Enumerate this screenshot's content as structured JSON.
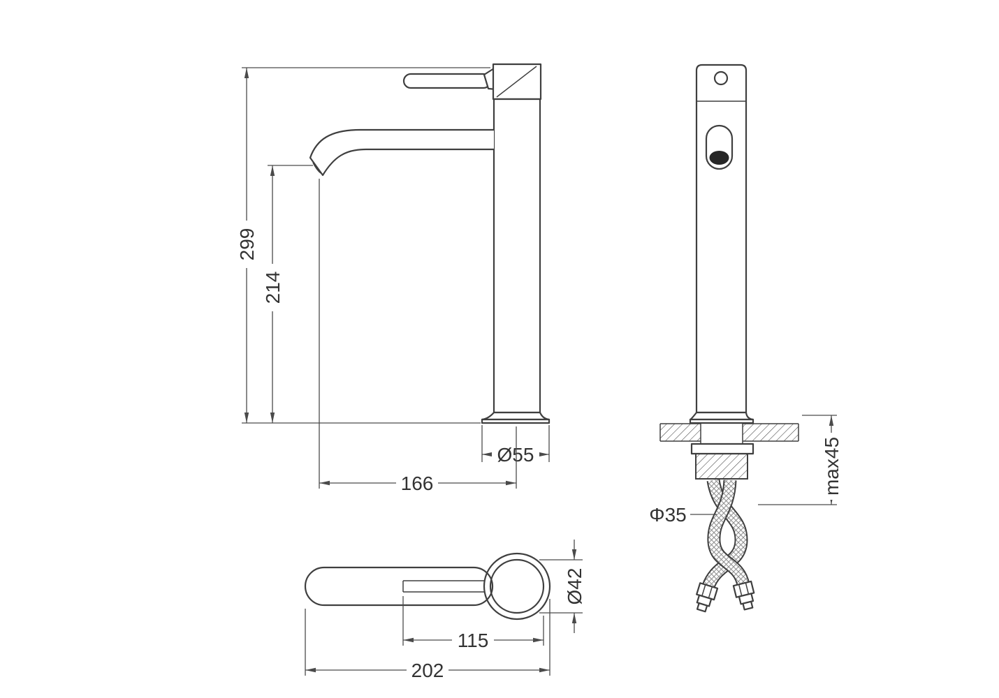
{
  "colors": {
    "outline": "#3f3f3f",
    "dimension": "#4a4a4a",
    "text": "#333333",
    "background": "#ffffff"
  },
  "views": {
    "front": {
      "dims": {
        "overall_height": "299",
        "spout_height": "214",
        "base_diameter": "Ø55",
        "spout_reach": "166"
      }
    },
    "side": {
      "dims": {
        "shank_diameter": "Φ35",
        "max_counter_thickness": "max45"
      }
    },
    "handle_top": {
      "dims": {
        "knob_diameter": "Ø42",
        "lever_offset": "115",
        "overall_length": "202"
      }
    }
  }
}
